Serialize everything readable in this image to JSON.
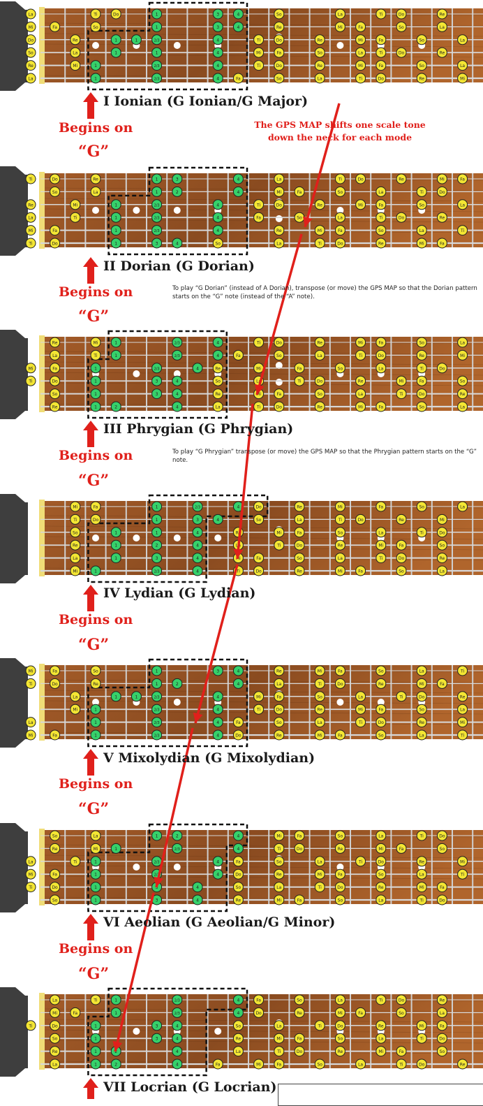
{
  "gps_note": "The GPS MAP shifts one scale tone down the neck for each mode",
  "begins_label": "Begins on",
  "begins_note": "“G”",
  "colors": {
    "wood": "#8a4b20",
    "wood_dark": "#5e2f10",
    "fret": "#cfcfcf",
    "nut": "#f0dd77",
    "headstock": "#3e3e3e",
    "note_yellow": "#f4e633",
    "note_green": "#36d16a",
    "red": "#e0201b",
    "box": "#111111"
  },
  "modes": [
    {
      "title": "I Ionian (G Ionian/G Major)",
      "note": "",
      "strings": [
        {
          "open": "La",
          "notes": {
            "3": "Ti",
            "4": "Do",
            "6": "1",
            "9": "3",
            "10": "4",
            "12": "So",
            "15": "La",
            "17": "Ti",
            "18": "Do",
            "20": "Re",
            "22": "Mi",
            "23": "Fa"
          }
        },
        {
          "open": "Mi",
          "notes": {
            "1": "Fa",
            "3": "So",
            "6": "1",
            "9": "3",
            "10": "4",
            "12": "Re",
            "15": "Mi",
            "16": "Fa",
            "18": "So",
            "20": "La",
            "22": "Ti",
            "23": "Do"
          }
        },
        {
          "open": "Do",
          "notes": {
            "2": "Re",
            "4": "1",
            "5": "1",
            "6": "2/3",
            "9": "4",
            "11": "Ti",
            "12": "Do",
            "14": "Re",
            "16": "Mi",
            "17": "Fa",
            "19": "So",
            "21": "La",
            "23": "Ti"
          }
        },
        {
          "open": "So",
          "notes": {
            "2": "La",
            "4": "1",
            "6": "1",
            "9": "4",
            "11": "Mi",
            "12": "Fa",
            "14": "So",
            "16": "La",
            "17": "Ti",
            "18": "Do",
            "20": "Re",
            "22": "Mi",
            "23": "Fa"
          }
        },
        {
          "open": "Re",
          "notes": {
            "2": "Mi",
            "3": "1",
            "6": "2/3",
            "9": "4",
            "11": "Ti",
            "12": "Do",
            "14": "Re",
            "16": "Mi",
            "17": "Fa",
            "19": "So",
            "21": "La",
            "23": "Ti"
          }
        },
        {
          "open": "La",
          "notes": {
            "3": "1",
            "6": "2/3",
            "9": "4",
            "10": "Fa",
            "12": "So",
            "14": "La",
            "16": "Ti",
            "17": "Do",
            "19": "Re",
            "21": "Mi",
            "22": "Fa",
            "23": "So"
          }
        }
      ],
      "box_frets": [
        3,
        10
      ],
      "box_top_frets": [
        6,
        10
      ]
    },
    {
      "title": "II Dorian (G Dorian)",
      "note": "To play “G Dorian” (instead of A Dorian), transpose (or move) the GPS MAP so that the Dorian pattern starts on the “G” note (instead of the “A” note).",
      "strings": [
        {
          "open": "Ti",
          "notes": {
            "1": "Do",
            "3": "Re",
            "6": "1",
            "7": "3",
            "10": "4",
            "12": "La",
            "15": "Ti",
            "16": "Do",
            "18": "Re",
            "20": "Mi",
            "21": "Fa",
            "23": "So"
          }
        },
        {
          "open": "",
          "notes": {
            "1": "So",
            "3": "La",
            "6": "1",
            "7": "2",
            "10": "4",
            "12": "Mi",
            "13": "Fa",
            "15": "So",
            "17": "La",
            "19": "Ti",
            "20": "Do",
            "22": "Re"
          }
        },
        {
          "open": "Re",
          "notes": {
            "2": "Mi",
            "4": "1",
            "6": "2/3",
            "9": "4",
            "11": "Ti",
            "12": "Do",
            "14": "Re",
            "16": "Mi",
            "17": "Fa",
            "19": "So",
            "21": "La",
            "23": "Ti"
          }
        },
        {
          "open": "La",
          "notes": {
            "2": "Ti",
            "4": "1",
            "6": "2/3",
            "9": "4",
            "11": "Fa",
            "13": "So",
            "15": "La",
            "17": "Ti",
            "18": "Do",
            "20": "Re",
            "22": "Mi",
            "23": "Fa"
          }
        },
        {
          "open": "Mi",
          "notes": {
            "1": "Fa",
            "4": "1",
            "6": "2/3",
            "9": "4",
            "12": "Re",
            "14": "Mi",
            "15": "Fa",
            "17": "So",
            "19": "La",
            "21": "Ti",
            "22": "Do"
          }
        },
        {
          "open": "Ti",
          "notes": {
            "1": "Do",
            "4": "1",
            "6": "3",
            "7": "4",
            "9": "So",
            "12": "La",
            "14": "Ti",
            "15": "Do",
            "17": "Re",
            "19": "Mi",
            "20": "Fa",
            "22": "So"
          }
        }
      ],
      "box_frets": [
        4,
        10
      ],
      "box_top_frets": [
        6,
        10
      ]
    },
    {
      "title": "III Phrygian (G Phrygian)",
      "note": "To play “G Phrygian” transpose (or move) the GPS MAP so that the Phrygian pattern starts on the “G” note.",
      "strings": [
        {
          "open": "",
          "notes": {
            "1": "Re",
            "3": "Mi",
            "4": "1",
            "7": "2/3",
            "9": "4",
            "11": "Ti",
            "12": "Do",
            "14": "Re",
            "16": "Mi",
            "17": "Fa",
            "19": "So",
            "21": "La"
          }
        },
        {
          "open": "",
          "notes": {
            "1": "La",
            "3": "Ti",
            "4": "1",
            "7": "2/3",
            "9": "4",
            "10": "Fa",
            "12": "So",
            "14": "La",
            "16": "Ti",
            "17": "Do",
            "19": "Re",
            "21": "Mi",
            "23": "Fa"
          }
        },
        {
          "open": "Mi",
          "notes": {
            "1": "Fa",
            "3": "1",
            "6": "2/3",
            "8": "4",
            "9": "Re",
            "11": "Mi",
            "13": "Fa",
            "15": "So",
            "17": "La",
            "19": "Ti",
            "20": "Do",
            "22": "Re"
          }
        },
        {
          "open": "Ti",
          "notes": {
            "1": "Do",
            "3": "1",
            "6": "3",
            "7": "4",
            "9": "So",
            "11": "La",
            "13": "Ti",
            "14": "Do",
            "16": "Re",
            "18": "Mi",
            "19": "Fa",
            "21": "So"
          }
        },
        {
          "open": "",
          "notes": {
            "1": "So",
            "3": "1",
            "6": "3",
            "7": "4",
            "9": "Re",
            "11": "Mi",
            "12": "Fa",
            "14": "So",
            "16": "La",
            "18": "Ti",
            "19": "Do",
            "21": "Re"
          }
        },
        {
          "open": "",
          "notes": {
            "1": "Re",
            "3": "1",
            "4": "2",
            "7": "4",
            "9": "La",
            "11": "Ti",
            "12": "Do",
            "14": "Re",
            "16": "Mi",
            "17": "Fa",
            "19": "So",
            "21": "La"
          }
        }
      ],
      "box_frets": [
        3,
        9
      ],
      "box_top_frets": [
        4,
        9
      ]
    },
    {
      "title": "IV Lydian (G Lydian)",
      "note": "",
      "strings": [
        {
          "open": "",
          "notes": {
            "2": "Mi",
            "3": "Fa",
            "6": "1",
            "8": "2/3",
            "10": "4",
            "11": "Do",
            "13": "Re",
            "15": "Mi",
            "17": "Fa",
            "19": "So",
            "21": "La",
            "23": "Ti"
          }
        },
        {
          "open": "",
          "notes": {
            "2": "Ti",
            "3": "Do",
            "6": "1",
            "8": "3",
            "9": "4",
            "11": "So",
            "13": "La",
            "15": "Ti",
            "16": "Do",
            "18": "Re",
            "20": "Mi",
            "22": "Fa"
          }
        },
        {
          "open": "",
          "notes": {
            "2": "So",
            "4": "1",
            "6": "1",
            "8": "4",
            "10": "Re",
            "12": "Mi",
            "13": "Fa",
            "15": "So",
            "17": "La",
            "19": "Ti",
            "20": "Do",
            "22": "Re"
          }
        },
        {
          "open": "",
          "notes": {
            "2": "Re",
            "4": "1",
            "6": "2",
            "8": "4",
            "10": "La",
            "12": "Ti",
            "13": "Do",
            "15": "Re",
            "17": "Mi",
            "18": "Fa",
            "20": "So",
            "22": "La"
          }
        },
        {
          "open": "",
          "notes": {
            "2": "La",
            "4": "1",
            "6": "3",
            "8": "4",
            "10": "Mi",
            "11": "Fa",
            "13": "So",
            "15": "La",
            "17": "Ti",
            "18": "Do",
            "20": "Re",
            "22": "Mi"
          }
        },
        {
          "open": "",
          "notes": {
            "2": "Mi",
            "3": "1",
            "6": "2/3",
            "8": "4",
            "10": "Ti",
            "11": "Do",
            "13": "Re",
            "15": "Mi",
            "16": "Fa",
            "18": "So",
            "20": "La",
            "22": "Ti"
          }
        }
      ],
      "box_frets": [
        3,
        8
      ],
      "box_top_frets": [
        6,
        11
      ]
    },
    {
      "title": "V Mixolydian (G Mixolydian)",
      "note": "",
      "strings": [
        {
          "open": "Mi",
          "notes": {
            "1": "Fa",
            "3": "So",
            "6": "1",
            "9": "3",
            "10": "4",
            "12": "Re",
            "14": "Mi",
            "15": "Fa",
            "17": "So",
            "19": "La",
            "21": "Ti",
            "22": "Do"
          }
        },
        {
          "open": "Ti",
          "notes": {
            "1": "Do",
            "3": "Re",
            "6": "1",
            "7": "2",
            "10": "4",
            "12": "La",
            "14": "Ti",
            "15": "Do",
            "17": "Re",
            "19": "Mi",
            "20": "Fa",
            "22": "So"
          }
        },
        {
          "open": "",
          "notes": {
            "2": "La",
            "4": "1",
            "5": "1",
            "6": "2/3",
            "9": "4",
            "11": "Mi",
            "12": "Fa",
            "14": "So",
            "16": "La",
            "18": "Ti",
            "19": "Do",
            "21": "Re",
            "23": "Mi"
          }
        },
        {
          "open": "",
          "notes": {
            "2": "Mi",
            "3": "1",
            "6": "2/3",
            "9": "4",
            "11": "Ti",
            "12": "Do",
            "14": "Re",
            "16": "Mi",
            "17": "Fa",
            "19": "So",
            "21": "La",
            "23": "Ti"
          }
        },
        {
          "open": "La",
          "notes": {
            "3": "1",
            "6": "2/3",
            "9": "4",
            "10": "Fa",
            "12": "So",
            "14": "La",
            "16": "Ti",
            "17": "Do",
            "19": "Re",
            "21": "Mi",
            "22": "Fa"
          }
        },
        {
          "open": "Mi",
          "notes": {
            "1": "Fa",
            "3": "1",
            "6": "2/3",
            "9": "4",
            "10": "Do",
            "12": "Re",
            "14": "Mi",
            "15": "Fa",
            "17": "So",
            "19": "La",
            "21": "Ti"
          }
        }
      ],
      "box_frets": [
        3,
        10
      ],
      "box_top_frets": [
        6,
        10
      ]
    },
    {
      "title": "VI Aeolian (G Aeolian/G Minor)",
      "note": "",
      "strings": [
        {
          "open": "",
          "notes": {
            "1": "So",
            "3": "La",
            "6": "1",
            "7": "2",
            "10": "4",
            "12": "Mi",
            "13": "Fa",
            "15": "So",
            "17": "La",
            "19": "Ti",
            "20": "Do",
            "22": "Re"
          }
        },
        {
          "open": "",
          "notes": {
            "1": "Re",
            "3": "Mi",
            "4": "1",
            "7": "2/3",
            "10": "4",
            "12": "Ti",
            "13": "Do",
            "15": "Re",
            "17": "Mi",
            "18": "Fa",
            "20": "So",
            "22": "La"
          }
        },
        {
          "open": "La",
          "notes": {
            "2": "Ti",
            "3": "1",
            "6": "2/3",
            "9": "4",
            "10": "Fa",
            "12": "So",
            "14": "La",
            "16": "Ti",
            "17": "Do",
            "19": "Re",
            "21": "Mi",
            "22": "Fa"
          }
        },
        {
          "open": "Mi",
          "notes": {
            "1": "Fa",
            "3": "1",
            "6": "2/3",
            "9": "4",
            "10": "Do",
            "12": "Re",
            "14": "Mi",
            "15": "Fa",
            "17": "So",
            "19": "La",
            "21": "Ti",
            "22": "Do"
          }
        },
        {
          "open": "Ti",
          "notes": {
            "1": "Do",
            "3": "1",
            "6": "3",
            "8": "4",
            "10": "So",
            "12": "La",
            "14": "Ti",
            "15": "Do",
            "17": "Re",
            "19": "Mi",
            "20": "Fa",
            "22": "So"
          }
        },
        {
          "open": "",
          "notes": {
            "1": "So",
            "3": "1",
            "6": "3",
            "8": "4",
            "10": "Re",
            "12": "Mi",
            "13": "Fa",
            "15": "So",
            "17": "La",
            "19": "Ti",
            "20": "Do",
            "22": "Re"
          }
        }
      ],
      "box_frets": [
        3,
        9
      ],
      "box_top_frets": [
        6,
        10
      ]
    },
    {
      "title": "VII Locrian (G Locrian)",
      "note": "",
      "strings": [
        {
          "open": "",
          "notes": {
            "1": "La",
            "3": "Ti",
            "4": "1",
            "7": "2/3",
            "10": "4",
            "11": "Fa",
            "13": "So",
            "15": "La",
            "17": "Ti",
            "18": "Do",
            "20": "Re",
            "22": "Mi",
            "23": "Fa"
          }
        },
        {
          "open": "",
          "notes": {
            "1": "Mi",
            "2": "Fa",
            "4": "1",
            "7": "2/3",
            "10": "4",
            "11": "Do",
            "13": "Re",
            "15": "Mi",
            "16": "Fa",
            "18": "So",
            "20": "La",
            "22": "Ti",
            "23": "Do"
          }
        },
        {
          "open": "Ti",
          "notes": {
            "1": "Do",
            "3": "1",
            "6": "3",
            "7": "4",
            "10": "So",
            "12": "La",
            "14": "Ti",
            "15": "Do",
            "17": "Re",
            "19": "Mi",
            "20": "Fa",
            "22": "So"
          }
        },
        {
          "open": "",
          "notes": {
            "1": "So",
            "3": "1",
            "6": "3",
            "7": "4",
            "10": "Re",
            "12": "Mi",
            "13": "Fa",
            "15": "So",
            "17": "La",
            "19": "Ti",
            "20": "Do",
            "22": "Re"
          }
        },
        {
          "open": "",
          "notes": {
            "1": "Re",
            "3": "1",
            "4": "2",
            "7": "4",
            "10": "La",
            "12": "Ti",
            "13": "Do",
            "15": "Re",
            "17": "Mi",
            "18": "Fa",
            "20": "So",
            "22": "La"
          }
        },
        {
          "open": "",
          "notes": {
            "1": "La",
            "3": "1",
            "4": "2",
            "7": "4",
            "9": "Fa",
            "11": "Mi",
            "12": "Fa",
            "14": "So",
            "16": "La",
            "18": "Ti",
            "19": "Do",
            "21": "Re",
            "23": "Mi"
          }
        }
      ],
      "box_frets": [
        3,
        8
      ],
      "box_top_frets": [
        4,
        10
      ]
    }
  ]
}
